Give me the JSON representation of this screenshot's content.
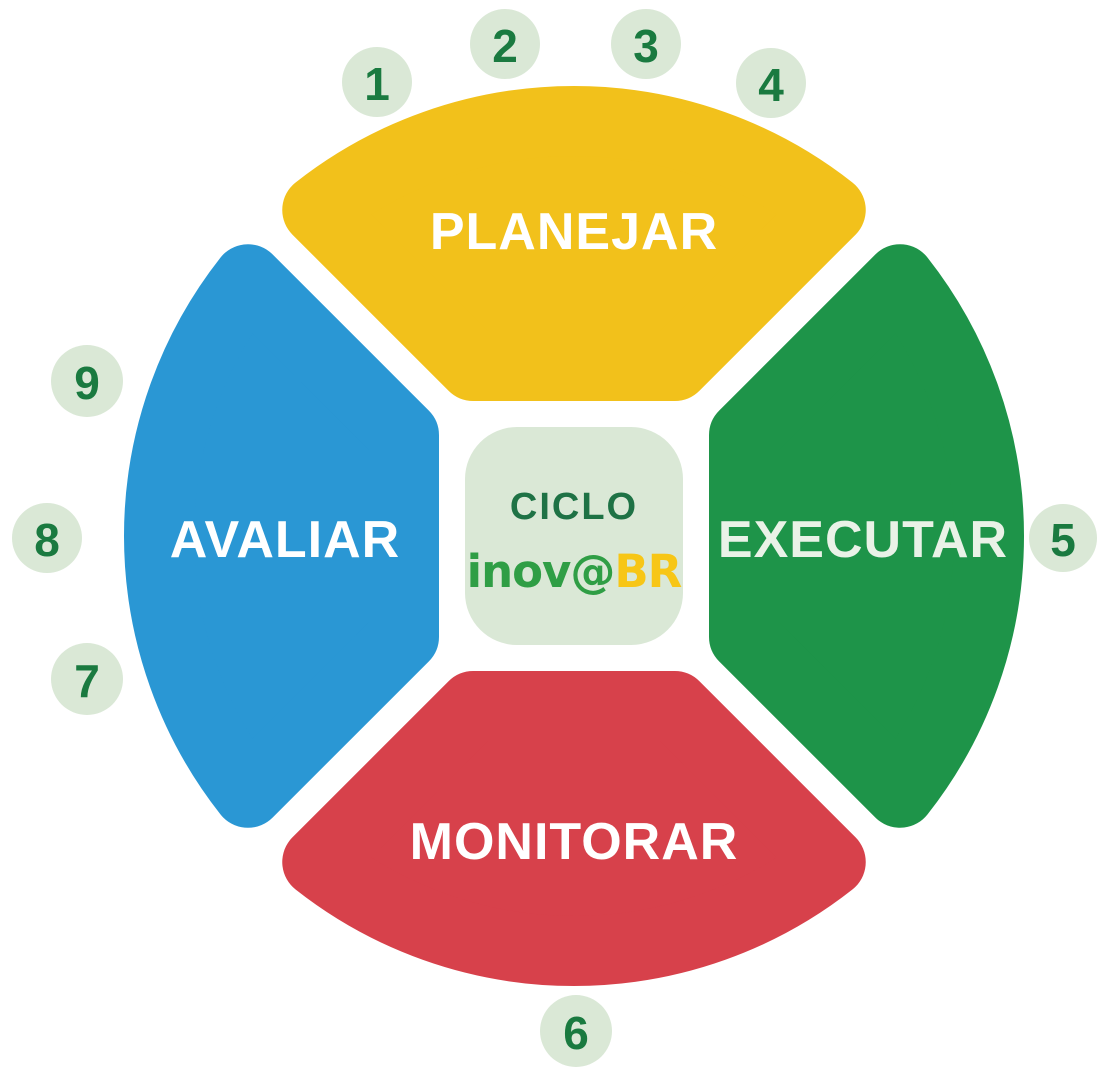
{
  "diagram": {
    "title": "CICLO inov@BR",
    "background_color": "#ffffff"
  },
  "center_badge": {
    "title": "CICLO",
    "logo_prefix": "inov@",
    "logo_suffix": "BR",
    "bg_color": "#dae8d6",
    "title_color": "#1e7245",
    "logo_prefix_color": "#2f9e45",
    "logo_suffix_color": "#f7c616"
  },
  "quadrants": [
    {
      "position": "top",
      "label": "PLANEJAR",
      "color": "#f2c11b",
      "label_color": "#ffffff"
    },
    {
      "position": "right",
      "label": "EXECUTAR",
      "color": "#1e9449",
      "label_color": "#e9f2e7"
    },
    {
      "position": "bottom",
      "label": "MONITORAR",
      "color": "#d7414b",
      "label_color": "#ffffff"
    },
    {
      "position": "left",
      "label": "AVALIAR",
      "color": "#2a97d4",
      "label_color": "#ffffff"
    }
  ],
  "steps": {
    "circle_color": "#dae8d6",
    "number_color": "#1a7a40",
    "numbers": [
      "1",
      "2",
      "3",
      "4",
      "5",
      "6",
      "7",
      "8",
      "9"
    ]
  }
}
